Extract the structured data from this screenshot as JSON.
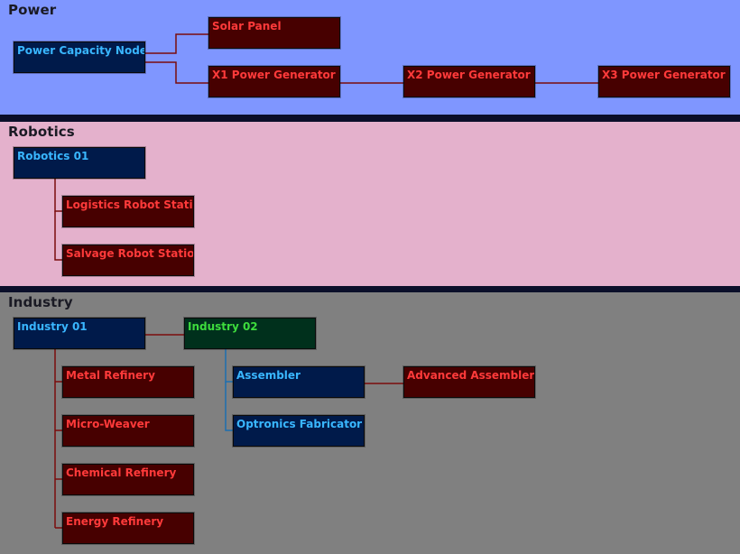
{
  "colors": {
    "divider": "#0b0f2a",
    "red_link": "#7a0c0c",
    "blue_link": "#1c6fb0",
    "red_node_bg": "#470000",
    "red_node_text": "#ff3a3a",
    "blue_node_bg": "#001a4a",
    "blue_node_text": "#39b6ff",
    "green_node_bg": "#00301c",
    "green_node_text": "#3ddc3d"
  },
  "panels": [
    {
      "id": "power",
      "title": "Power",
      "bg": "#7f96ff",
      "nodes": [
        {
          "id": "power-capacity-node",
          "label": "Power Capacity Node",
          "color": "blue"
        },
        {
          "id": "solar-panel",
          "label": "Solar Panel",
          "color": "red"
        },
        {
          "id": "x1-power-generator",
          "label": "X1 Power Generator",
          "color": "red"
        },
        {
          "id": "x2-power-generator",
          "label": "X2 Power Generator",
          "color": "red"
        },
        {
          "id": "x3-power-generator",
          "label": "X3 Power Generator",
          "color": "red"
        }
      ]
    },
    {
      "id": "robotics",
      "title": "Robotics",
      "bg": "#e4b1cc",
      "nodes": [
        {
          "id": "robotics-01",
          "label": "Robotics 01",
          "color": "blue"
        },
        {
          "id": "logistics-robot-station",
          "label": "Logistics Robot Station",
          "color": "red"
        },
        {
          "id": "salvage-robot-station",
          "label": "Salvage Robot Station",
          "color": "red"
        }
      ]
    },
    {
      "id": "industry",
      "title": "Industry",
      "bg": "#808080",
      "nodes": [
        {
          "id": "industry-01",
          "label": "Industry 01",
          "color": "blue"
        },
        {
          "id": "industry-02",
          "label": "Industry 02",
          "color": "green"
        },
        {
          "id": "metal-refinery",
          "label": "Metal Refinery",
          "color": "red"
        },
        {
          "id": "micro-weaver",
          "label": "Micro-Weaver",
          "color": "red"
        },
        {
          "id": "chemical-refinery",
          "label": "Chemical Refinery",
          "color": "red"
        },
        {
          "id": "energy-refinery",
          "label": "Energy Refinery",
          "color": "red"
        },
        {
          "id": "assembler",
          "label": "Assembler",
          "color": "blue"
        },
        {
          "id": "optronics-fabricator",
          "label": "Optronics Fabricator",
          "color": "blue"
        },
        {
          "id": "advanced-assembler",
          "label": "Advanced Assembler",
          "color": "red"
        }
      ]
    }
  ]
}
